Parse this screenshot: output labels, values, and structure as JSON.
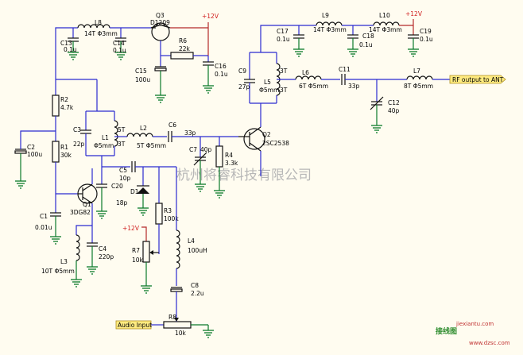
{
  "watermark": "杭州将睿科技有限公司",
  "logo": {
    "text": "接线图",
    "url": "jiexiantu.com",
    "site": "www.dzsc.com"
  },
  "supply": "+12V",
  "labels": {
    "L8": "L8",
    "L8v": "14T Φ3mm",
    "Q3": "Q3",
    "Q3v": "D1209",
    "R6": "R6",
    "R6v": "22k",
    "C13": "C13",
    "C13v": "0.1u",
    "C14": "C14",
    "C14v": "0.1u",
    "C15": "C15",
    "C15v": "100u",
    "C16": "C16",
    "C16v": "0.1u",
    "R2": "R2",
    "R2v": "4.7k",
    "C2": "C2",
    "C2v": "100u",
    "R1": "R1",
    "R1v": "30k",
    "C3": "C3",
    "C3v": "22p",
    "L1": "L1",
    "L1v": "Φ5mm",
    "L1t1": "5T",
    "L1t2": "3T",
    "L2": "L2",
    "L2v": "5T Φ5mm",
    "C6": "C6",
    "C6v": "33p",
    "C7": "C7",
    "C7v": "40p",
    "R4": "R4",
    "R4v": "3.3k",
    "Q2": "Q2",
    "Q2v": "2SC2538",
    "C5": "C5",
    "C5v": "10p",
    "C20": "C20",
    "C20v": "18p",
    "D1": "D1",
    "Q1": "Q1",
    "Q1v": "3DG82",
    "C1": "C1",
    "C1v": "0.01u",
    "C4": "C4",
    "C4v": "220p",
    "L3": "L3",
    "L3v": "10T Φ5mm",
    "R3": "R3",
    "R3v": "100k",
    "R7": "R7",
    "R7v": "10k",
    "L4": "L4",
    "L4v": "100uH",
    "C8": "C8",
    "C8v": "2.2u",
    "R8": "R8",
    "R8v": "10k",
    "audio": "Audio Input",
    "L9": "L9",
    "L9v": "14T Φ3mm",
    "L10": "L10",
    "L10v": "14T Φ3mm",
    "C17": "C17",
    "C17v": "0.1u",
    "C18": "C18",
    "C18v": "0.1u",
    "C19": "C19",
    "C19v": "0.1u",
    "C9": "C9",
    "C9v": "27p",
    "L5": "L5",
    "L5v": "Φ5mm",
    "L5t1": "3T",
    "L5t2": "3T",
    "L6": "L6",
    "L6v": "6T Φ5mm",
    "C11": "C11",
    "C11v": "33p",
    "L7": "L7",
    "L7v": "8T Φ5mm",
    "C12": "C12",
    "C12v": "40p",
    "rfout": "RF output to ANT"
  }
}
